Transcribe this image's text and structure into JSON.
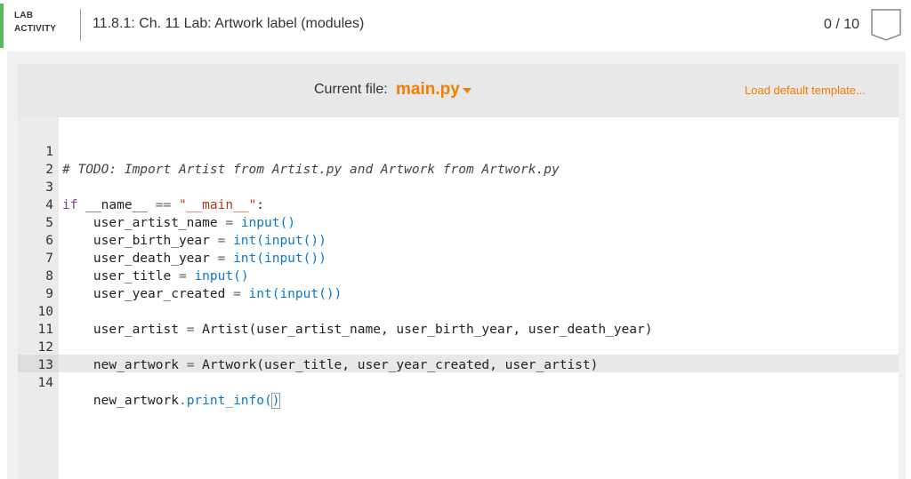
{
  "header": {
    "badge_line1": "LAB",
    "badge_line2": "ACTIVITY",
    "title": "11.8.1: Ch. 11 Lab: Artwork label (modules)",
    "score": "0 / 10"
  },
  "toolbar": {
    "current_file_label": "Current file:",
    "current_file": "main.py",
    "load_default_label": "Load default template..."
  },
  "editor": {
    "lines": [
      {
        "num": "1"
      },
      {
        "num": "2"
      },
      {
        "num": "3"
      },
      {
        "num": "4"
      },
      {
        "num": "5"
      },
      {
        "num": "6"
      },
      {
        "num": "7"
      },
      {
        "num": "8"
      },
      {
        "num": "9"
      },
      {
        "num": "10"
      },
      {
        "num": "11"
      },
      {
        "num": "12"
      },
      {
        "num": "13"
      },
      {
        "num": "14"
      }
    ],
    "code": {
      "l1": "# TODO: Import Artist from Artist.py and Artwork from Artwork.py",
      "l3_if": "if",
      "l3_name": "__name__",
      "l3_eq": "==",
      "l3_str": "\"__main__\"",
      "l3_colon": ":",
      "l4_var": "user_artist_name",
      "l4_rest": "input()",
      "l5_var": "user_birth_year",
      "l5_rest": "int(input())",
      "l6_var": "user_death_year",
      "l6_rest": "int(input())",
      "l7_var": "user_title",
      "l7_rest": "input()",
      "l8_var": "user_year_created",
      "l8_rest": "int(input())",
      "l10_var": "user_artist",
      "l10_rest": "Artist(user_artist_name, user_birth_year, user_death_year)",
      "l12_var": "new_artwork",
      "l12_rest": "Artwork(user_title, user_year_created, user_artist)",
      "l14_obj": "new_artwork",
      "l14_dot": ".",
      "l14_method": "print_info",
      "l14_open": "(",
      "l14_close": ")",
      "assign": "="
    }
  },
  "colors": {
    "accent_green": "#5cb85c",
    "file_orange": "#f57c00"
  }
}
